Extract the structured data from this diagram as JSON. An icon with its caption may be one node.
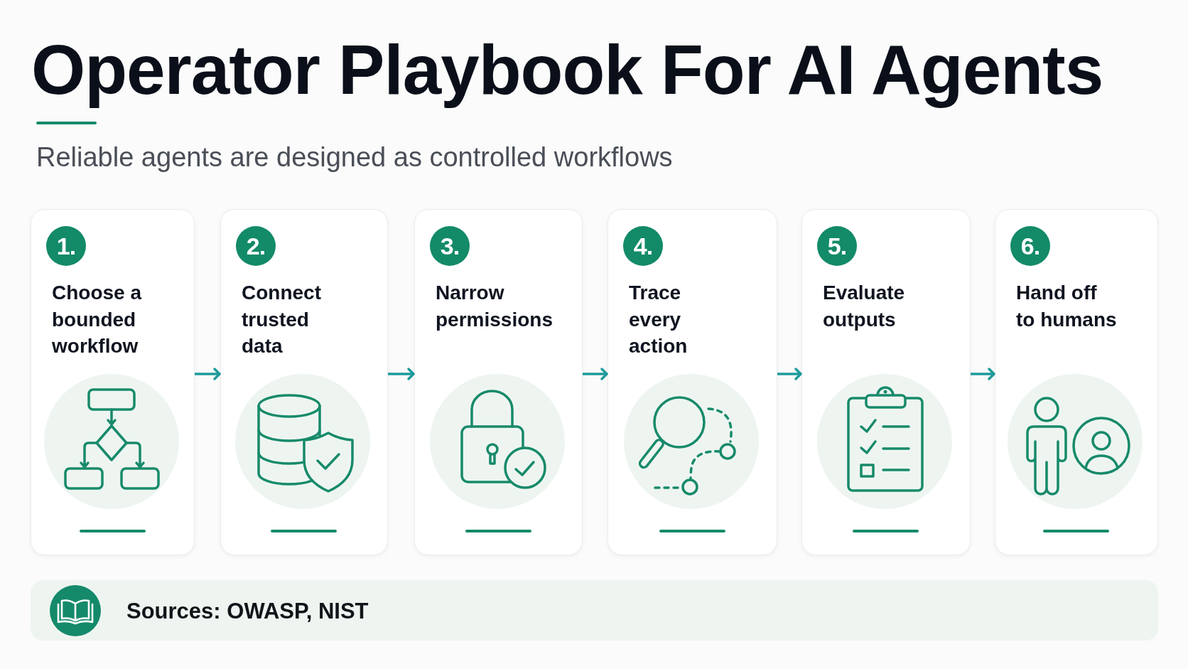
{
  "diagram": {
    "title": "Operator Playbook For AI Agents",
    "nodes": [
      {
        "text": [
          "Choose a bounded workflow"
        ]
      },
      {
        "text": [
          "1."
        ],
        "in": 0
      },
      {
        "text": [
          "Connect trusted data"
        ]
      },
      {
        "text": [
          "2."
        ],
        "in": 2
      },
      {
        "text": [
          "Narrow permissions"
        ]
      },
      {
        "text": [
          "3."
        ],
        "in": 4
      },
      {
        "text": [
          "Trace every action"
        ]
      },
      {
        "text": [
          "4."
        ],
        "in": 6
      },
      {
        "text": [
          "Evaluate outputs"
        ]
      },
      {
        "text": [
          "5."
        ],
        "in": 8
      },
      {
        "text": [
          "Hand off to humans"
        ]
      },
      {
        "text": [
          "6."
        ],
        "in": 10
      },
      {
        "text": [
          "Sources: OWASP, NIST"
        ]
      }
    ],
    "edges": [
      {
        "from": 0,
        "to": 2,
        "arrow": "to"
      },
      {
        "from": 2,
        "to": 4,
        "arrow": "to"
      },
      {
        "from": 4,
        "to": 6,
        "arrow": "to"
      },
      {
        "from": 6,
        "to": 8,
        "arrow": "to"
      },
      {
        "from": 8,
        "to": 10,
        "arrow": "to"
      }
    ],
    "labels": [
      "Reliable agents are designed as controlled workflows"
    ]
  }
}
